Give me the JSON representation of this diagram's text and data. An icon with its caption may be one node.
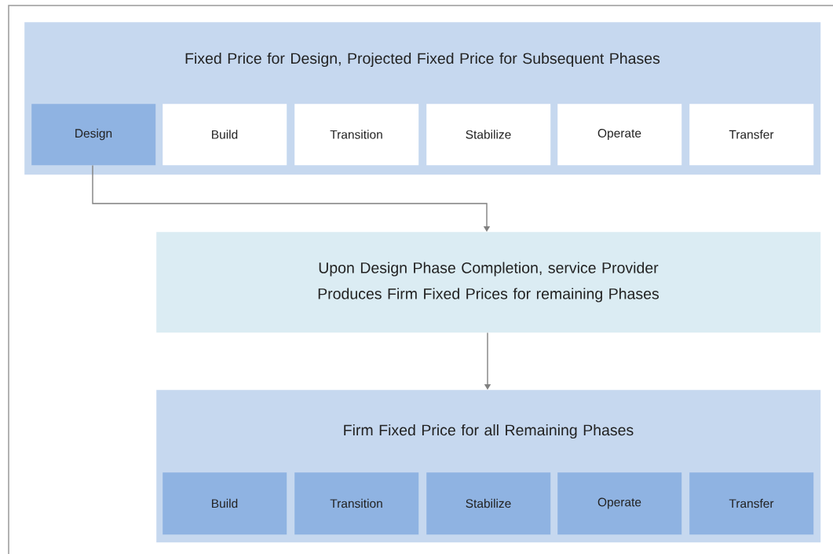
{
  "diagram": {
    "nodes": [
      {
        "text": [
          "Fixed Price for Design, Projected Fixed Price for Subsequent Phases"
        ]
      },
      {
        "text": [
          "Design"
        ],
        "in": 0
      },
      {
        "text": [
          "Build"
        ],
        "in": 0
      },
      {
        "text": [
          "Transition"
        ],
        "in": 0
      },
      {
        "text": [
          "Stabilize"
        ],
        "in": 0
      },
      {
        "text": [
          "Operate"
        ],
        "in": 0
      },
      {
        "text": [
          "Transfer"
        ],
        "in": 0
      },
      {
        "text": [
          "Upon Design Phase Completion, service Provider Produces Firm Fixed Prices for remaining Phases"
        ]
      },
      {
        "text": [
          "Firm Fixed Price for all Remaining Phases"
        ]
      },
      {
        "text": [
          "Build"
        ],
        "in": 8
      },
      {
        "text": [
          "Transition"
        ],
        "in": 8
      },
      {
        "text": [
          "Stabilize"
        ],
        "in": 8
      },
      {
        "text": [
          "Operate"
        ],
        "in": 8
      },
      {
        "text": [
          "Transfer"
        ],
        "in": 8
      }
    ],
    "edges": [
      {
        "from": 1,
        "to": 7,
        "arrow": "to"
      },
      {
        "from": 7,
        "to": 8,
        "arrow": "to"
      }
    ]
  }
}
